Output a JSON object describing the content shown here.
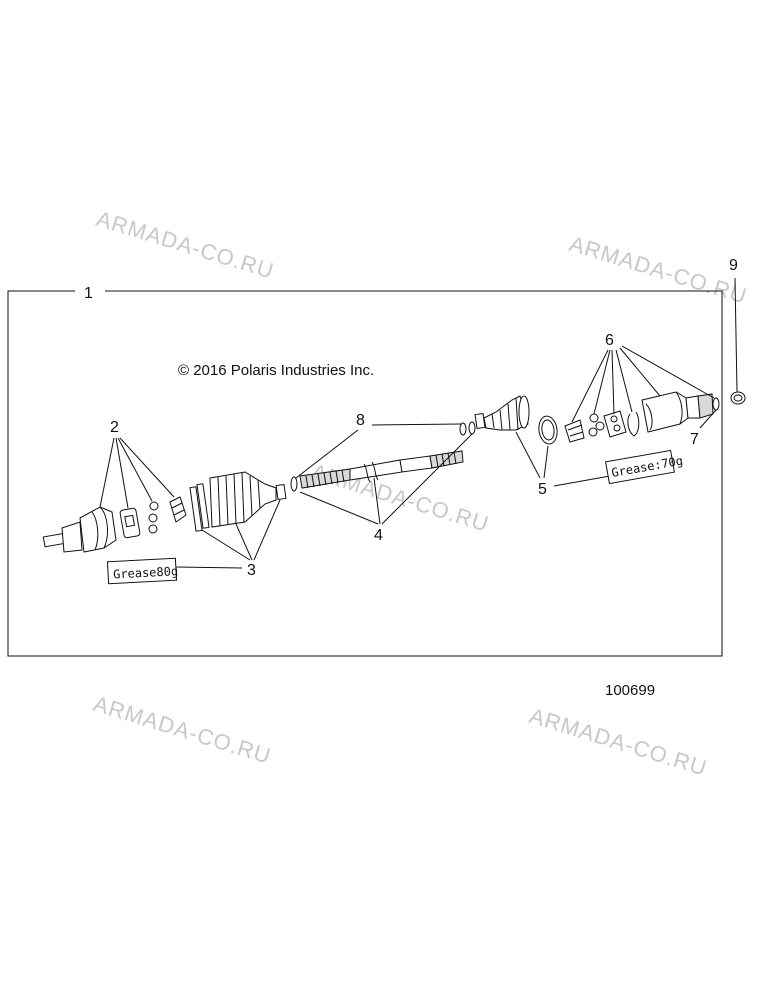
{
  "copyright": "© 2016 Polaris Industries Inc.",
  "diagram_number": "100699",
  "watermark": "ARMADA-CO.RU",
  "callouts": {
    "c1": "1",
    "c2": "2",
    "c3": "3",
    "c4": "4",
    "c5": "5",
    "c6": "6",
    "c7": "7",
    "c8": "8",
    "c9": "9"
  },
  "grease_tags": {
    "inner": "Grease80g",
    "outer": "Grease:70g"
  }
}
